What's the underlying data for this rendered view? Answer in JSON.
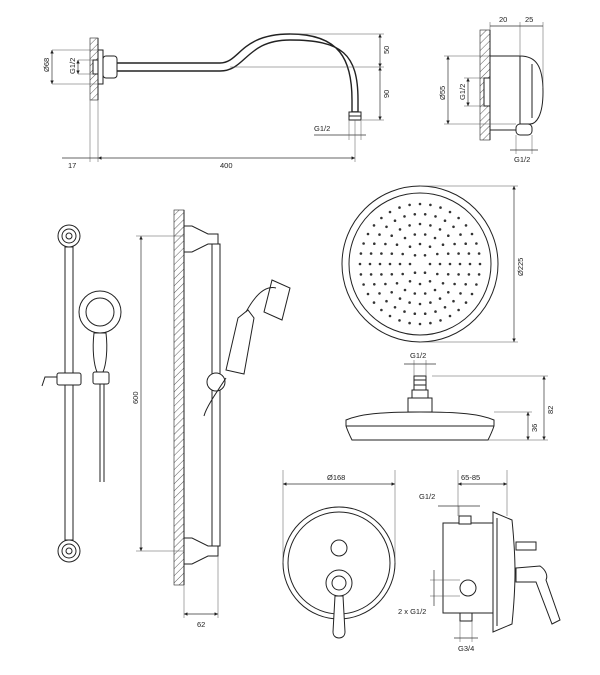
{
  "shower_arm": {
    "dims": {
      "flange_diameter": "Ø68",
      "thread": "G1/2",
      "rise": "50",
      "drop": "90",
      "outlet_thread": "G1/2",
      "wall_offset": "17",
      "length": "400"
    }
  },
  "wall_elbow": {
    "dims": {
      "width_a": "20",
      "width_b": "25",
      "diameter": "Ø55",
      "thread": "G1/2",
      "outlet_thread": "G1/2"
    }
  },
  "shower_head": {
    "dims": {
      "diameter": "Ø225",
      "thread": "G1/2",
      "height": "82",
      "body_height": "36"
    }
  },
  "slide_rail": {
    "dims": {
      "height": "600",
      "projection": "62"
    }
  },
  "mixer": {
    "dims": {
      "plate_diameter": "Ø168",
      "depth_range": "65-85",
      "thread_top": "G1/2",
      "side_threads": "2 x G1/2",
      "outlet": "G3/4"
    }
  }
}
